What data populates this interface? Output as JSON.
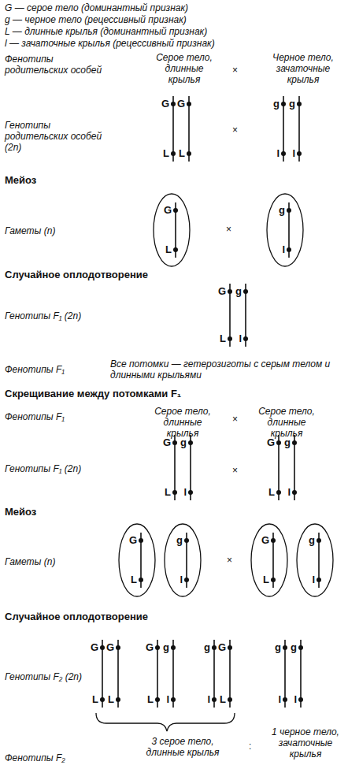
{
  "diagram": {
    "nodes": [
      {
        "text": [
          "G",
          "L"
        ]
      },
      {
        "text": [
          "g",
          "l"
        ]
      },
      {
        "text": [
          "G",
          "L"
        ]
      },
      {
        "text": [
          "g",
          "l"
        ]
      },
      {
        "text": [
          "G",
          "L"
        ]
      },
      {
        "text": [
          "g",
          "l"
        ]
      }
    ],
    "labels": [
      "G — серое тело (доминантный признак)",
      "g — черное тело (рецессивный признак)",
      "L — длинные крылья (доминантный признак)",
      "l — зачаточные крылья (рецессивный признак)",
      "Фенотипы родительских особей",
      "Серое тело, длинные крылья",
      "×",
      "Черное тело, зачаточные крылья",
      "Генотипы родительских особей (2n)",
      "G",
      "G",
      "×",
      "g",
      "g",
      "L",
      "L",
      "l",
      "l",
      "Мейоз",
      "Гаметы (n)",
      "×",
      "Случайное оплодотворение",
      "G",
      "g",
      "Генотипы F₁ (2n)",
      "L",
      "l",
      "Фенотипы F₁",
      "Все потомки — гетерозиготы с серым телом и длинными крыльями",
      "Скрещивание между потомками F₁",
      "Фенотипы F₁",
      "Серое тело, длинные крылья",
      "×",
      "Серое тело, длинные крылья",
      "G",
      "g",
      "G",
      "g",
      "Генотипы F₁ (2n)",
      "×",
      "L",
      "l",
      "L",
      "l",
      "Мейоз",
      "Гаметы (n)",
      "×",
      "Случайное оплодотворение",
      "G",
      "G",
      "G",
      "g",
      "g",
      "G",
      "g",
      "g",
      "Генотипы F₂ (2n)",
      "L",
      "L",
      "L",
      "l",
      "l",
      "L",
      "l",
      "l",
      "Фенотипы F₂",
      "3 серое тело, длинные крылья",
      ":",
      "1 черное тело, зачаточные крылья"
    ]
  }
}
